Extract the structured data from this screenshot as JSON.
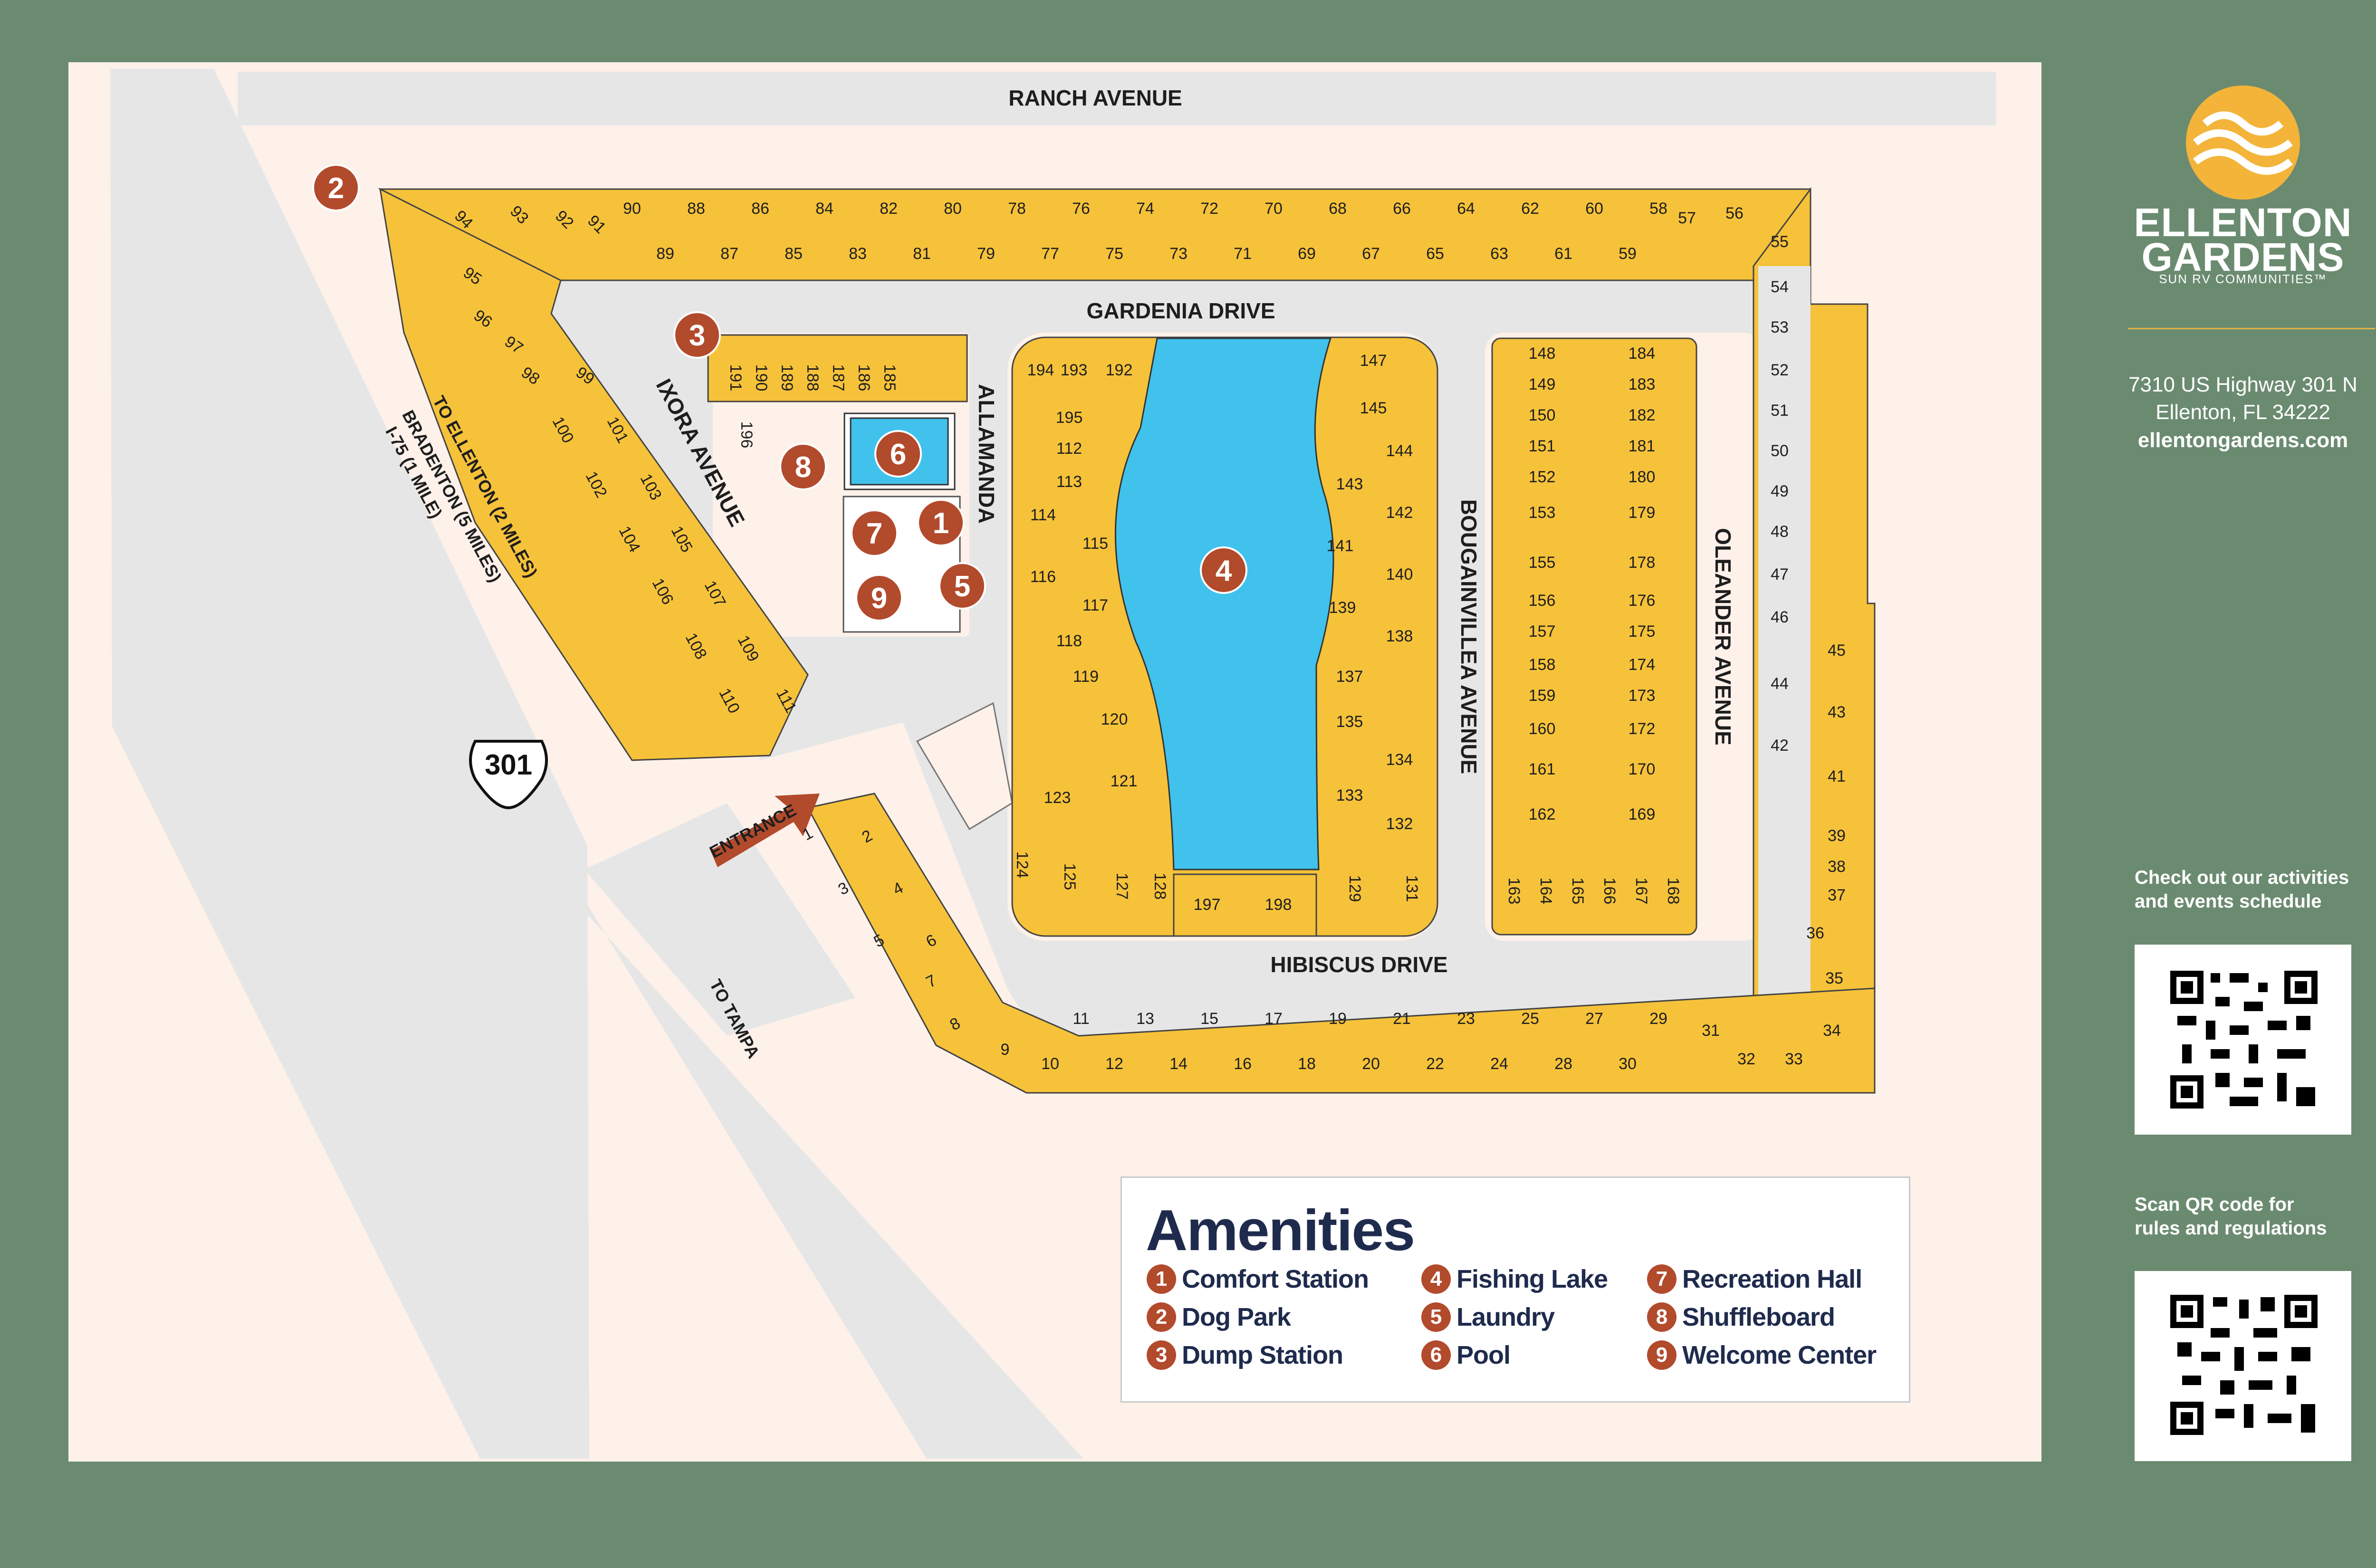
{
  "streets": {
    "ranch": "RANCH AVENUE",
    "gardenia": "GARDENIA DRIVE",
    "hibiscus": "HIBISCUS DRIVE",
    "ixora": "IXORA AVENUE",
    "allamanda": "ALLAMANDA",
    "bougainvillea": "BOUGAINVILLEA AVENUE",
    "oleander": "OLEANDER AVENUE"
  },
  "highway": {
    "shield": "301",
    "north_note_1": "TO ELLENTON (2 MILES)",
    "north_note_2": "BRADENTON (5 MILES)",
    "north_note_3": "I-75 (1 MILE)",
    "south_note": "TO TAMPA",
    "entrance": "ENTRANCE"
  },
  "colors": {
    "background": "#6b8b71",
    "map_bg": "#fdf1ea",
    "road": "#e6e6e6",
    "lot": "#f6c23a",
    "lake": "#40c2ec",
    "amenity": "#b24a2c",
    "accent": "#e1b443",
    "navy": "#1f2b4d"
  },
  "brand": {
    "name_line1": "ELLENTON",
    "name_line2": "GARDENS",
    "tagline": "SUN RV COMMUNITIES™",
    "logo_icon": "sun-waves-icon"
  },
  "address": {
    "line1": "7310 US Highway 301 N",
    "line2": "Ellenton, FL 34222",
    "website": "ellentongardens.com"
  },
  "qr_sections": [
    {
      "heading_1": "Check out our activities",
      "heading_2": "and events schedule",
      "icon": "qr-code-icon"
    },
    {
      "heading_1": "Scan QR code for",
      "heading_2": "rules and regulations",
      "icon": "qr-code-icon"
    }
  ],
  "amenities": {
    "title": "Amenities",
    "items": [
      {
        "num": "1",
        "label": "Comfort Station"
      },
      {
        "num": "2",
        "label": "Dog Park"
      },
      {
        "num": "3",
        "label": "Dump Station"
      },
      {
        "num": "4",
        "label": "Fishing Lake"
      },
      {
        "num": "5",
        "label": "Laundry"
      },
      {
        "num": "6",
        "label": "Pool"
      },
      {
        "num": "7",
        "label": "Recreation Hall"
      },
      {
        "num": "8",
        "label": "Shuffleboard"
      },
      {
        "num": "9",
        "label": "Welcome Center"
      }
    ]
  },
  "lots": {
    "ranch_top": [
      "90",
      "88",
      "86",
      "84",
      "82",
      "80",
      "78",
      "76",
      "74",
      "72",
      "70",
      "68",
      "66",
      "64",
      "62",
      "60",
      "58"
    ],
    "ranch_bottom": [
      "89",
      "87",
      "85",
      "83",
      "81",
      "79",
      "77",
      "75",
      "73",
      "71",
      "69",
      "67",
      "65",
      "63",
      "61",
      "59"
    ],
    "ixora_curve": [
      "94",
      "93",
      "92",
      "91",
      "95",
      "96",
      "97",
      "98",
      "99",
      "100",
      "101",
      "102",
      "103",
      "104",
      "105",
      "106",
      "107",
      "108",
      "109",
      "110",
      "111"
    ],
    "east_column": [
      "57",
      "56",
      "55",
      "54",
      "53",
      "52",
      "51",
      "50",
      "49",
      "48",
      "47",
      "46",
      "45",
      "44",
      "43",
      "42",
      "41",
      "39",
      "38",
      "37",
      "36",
      "35",
      "34",
      "33",
      "32",
      "31"
    ],
    "hibiscus_south_top": [
      "11",
      "13",
      "15",
      "17",
      "19",
      "21",
      "23",
      "25",
      "27",
      "29"
    ],
    "hibiscus_south_bottom": [
      "10",
      "12",
      "14",
      "16",
      "18",
      "20",
      "22",
      "24",
      "28",
      "30"
    ],
    "entrance_lots": [
      "1",
      "2",
      "3",
      "4",
      "5",
      "6",
      "7",
      "8",
      "9"
    ],
    "amenity_row": [
      "191",
      "190",
      "189",
      "188",
      "187",
      "186",
      "185",
      "196"
    ],
    "lake_west": [
      "194",
      "193",
      "192",
      "195",
      "112",
      "113",
      "114",
      "115",
      "116",
      "117",
      "118",
      "119",
      "120",
      "121",
      "123",
      "124",
      "125",
      "127",
      "128"
    ],
    "lake_south": [
      "197",
      "198"
    ],
    "lake_east": [
      "147",
      "145",
      "144",
      "143",
      "142",
      "141",
      "140",
      "139",
      "138",
      "137",
      "135",
      "134",
      "133",
      "132",
      "129",
      "131"
    ],
    "block_left": [
      "148",
      "149",
      "150",
      "151",
      "152",
      "153",
      "155",
      "156",
      "157",
      "158",
      "159",
      "160",
      "161",
      "162"
    ],
    "block_right": [
      "184",
      "183",
      "182",
      "181",
      "180",
      "179",
      "178",
      "176",
      "175",
      "174",
      "173",
      "172",
      "170",
      "169"
    ],
    "block_bottom": [
      "163",
      "164",
      "165",
      "166",
      "167",
      "168"
    ]
  }
}
